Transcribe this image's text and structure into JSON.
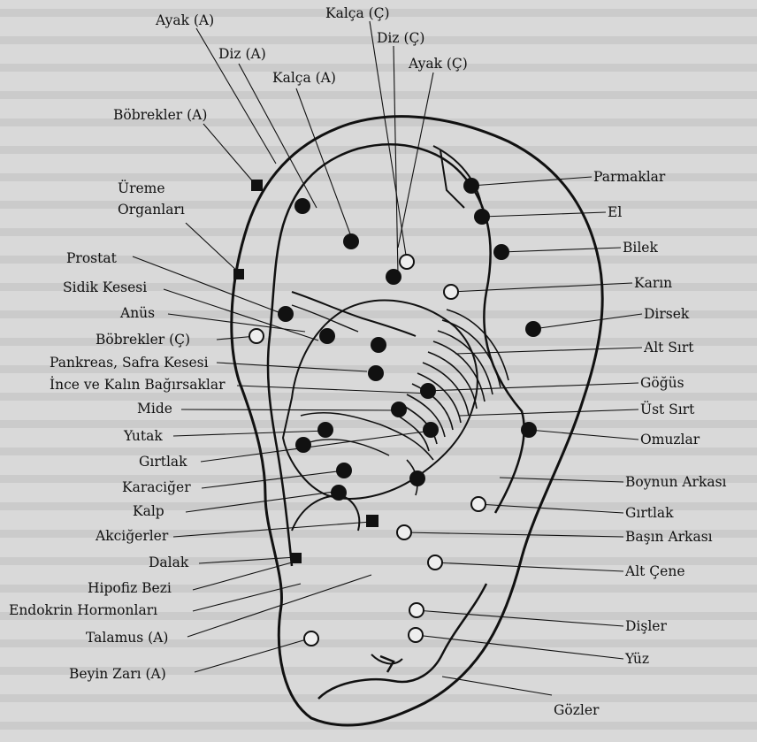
{
  "diagram": {
    "labels_left": [
      "Ayak (A)",
      "Diz (A)",
      "Kalça (Ç)",
      "Diz (Ç)",
      "Kalça (A)",
      "Ayak (Ç)",
      "Böbrekler (A)",
      "Üreme",
      "Organları",
      "Prostat",
      "Sidik Kesesi",
      "Anüs",
      "Böbrekler (Ç)",
      "Pankreas, Safra Kesesi",
      "İnce ve Kalın Bağırsaklar",
      "Mide",
      "Yutak",
      "Gırtlak",
      "Karaciğer",
      "Kalp",
      "Akciğerler",
      "Dalak",
      "Hipofiz Bezi",
      "Endokrin Hormonları",
      "Talamus (A)",
      "Beyin Zarı (A)"
    ],
    "labels_right": [
      "Parmaklar",
      "El",
      "Bilek",
      "Karın",
      "Dirsek",
      "Alt Sırt",
      "Göğüs",
      "Üst Sırt",
      "Omuzlar",
      "Boynun Arkası",
      "Gırtlak",
      "Başın Arkası",
      "Alt Çene",
      "Dişler",
      "Yüz",
      "Gözler"
    ]
  }
}
